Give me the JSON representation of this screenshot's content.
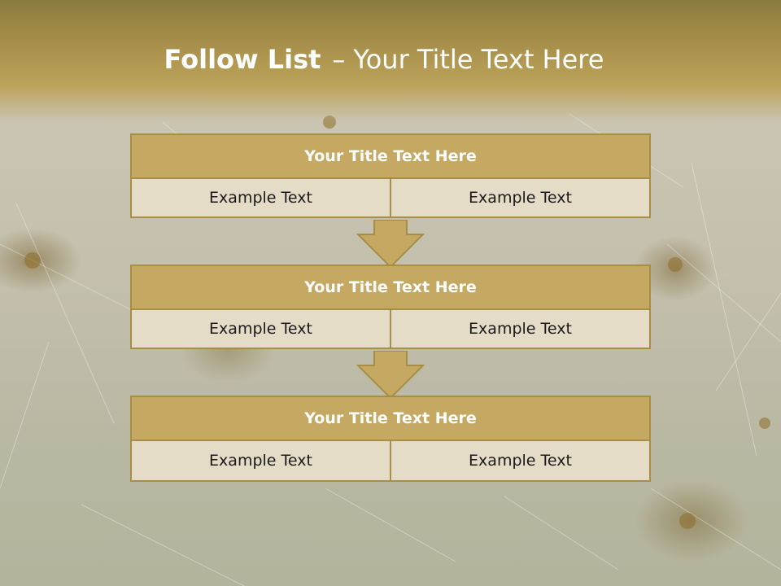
{
  "slide": {
    "title_lead": "Follow List",
    "title_sep": "–",
    "title_rest": "Your Title Text Here"
  },
  "blocks": [
    {
      "title": "Your Title Text Here",
      "left": "Example Text",
      "right": "Example Text"
    },
    {
      "title": "Your Title Text Here",
      "left": "Example Text",
      "right": "Example Text"
    },
    {
      "title": "Your Title Text Here",
      "left": "Example Text",
      "right": "Example Text"
    }
  ],
  "icons": [
    "down-arrow-icon",
    "down-arrow-icon"
  ],
  "colors": {
    "header_gold": "#a68f4a",
    "block_title_fill": "#c5a963",
    "block_border": "#a88d44",
    "cell_fill": "#e5dcc8",
    "title_text": "#ffffff",
    "cell_text": "#1a1a1a"
  }
}
